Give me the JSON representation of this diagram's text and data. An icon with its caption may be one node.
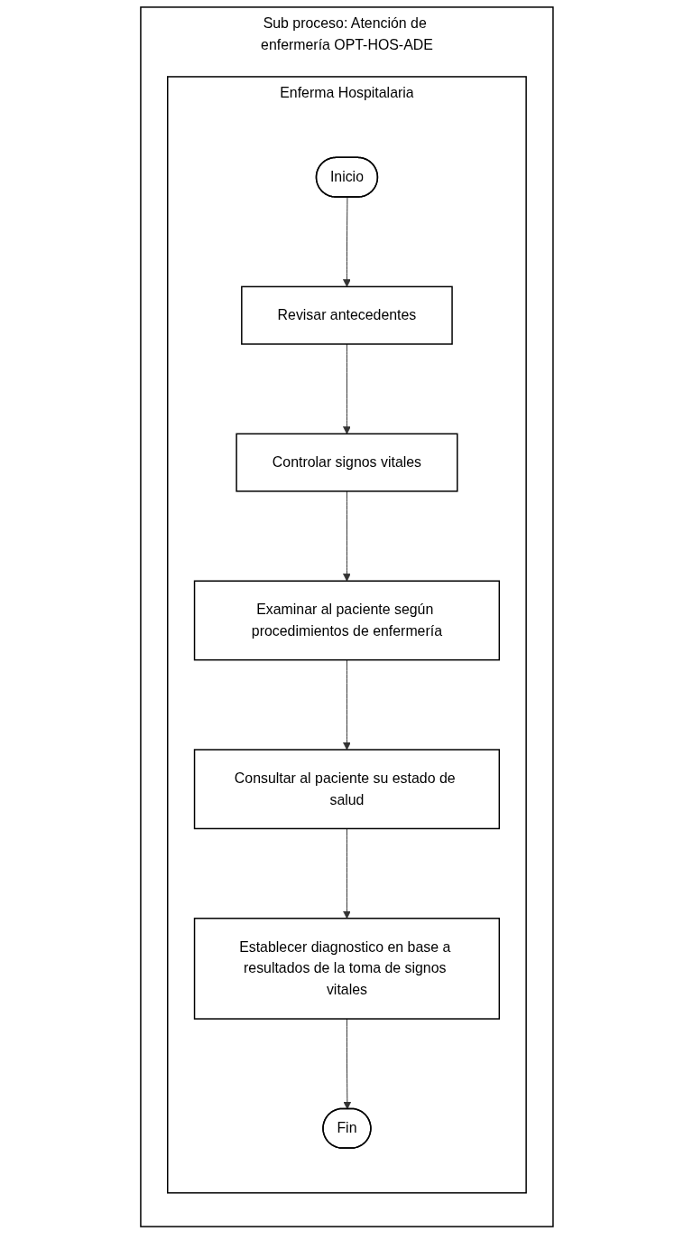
{
  "diagram": {
    "nodes": [
      {
        "text": [
          "Sub proceso: Atención de enfermería OPT-HOS-ADE"
        ]
      },
      {
        "text": [
          "Enferma Hospitalaria"
        ],
        "in": 0
      },
      {
        "text": [
          "Inicio"
        ],
        "in": 1
      },
      {
        "text": [
          "Revisar antecedentes"
        ],
        "in": 1
      },
      {
        "text": [
          "Controlar signos vitales"
        ],
        "in": 1
      },
      {
        "text": [
          "Examinar al paciente según procedimientos de enfermería"
        ],
        "in": 1
      },
      {
        "text": [
          "Consultar al paciente su estado de salud"
        ],
        "in": 1
      },
      {
        "text": [
          "Establecer diagnostico en base a resultados de la toma de signos vitales"
        ],
        "in": 1
      },
      {
        "text": [
          "Fin"
        ],
        "in": 1
      }
    ],
    "edges": [
      {
        "from": 2,
        "to": 3,
        "arrow": "to"
      },
      {
        "from": 3,
        "to": 4,
        "arrow": "to"
      },
      {
        "from": 4,
        "to": 5,
        "arrow": "to"
      },
      {
        "from": 5,
        "to": 6,
        "arrow": "to"
      },
      {
        "from": 6,
        "to": 7,
        "arrow": "to"
      },
      {
        "from": 7,
        "to": 8,
        "arrow": "to"
      }
    ]
  }
}
